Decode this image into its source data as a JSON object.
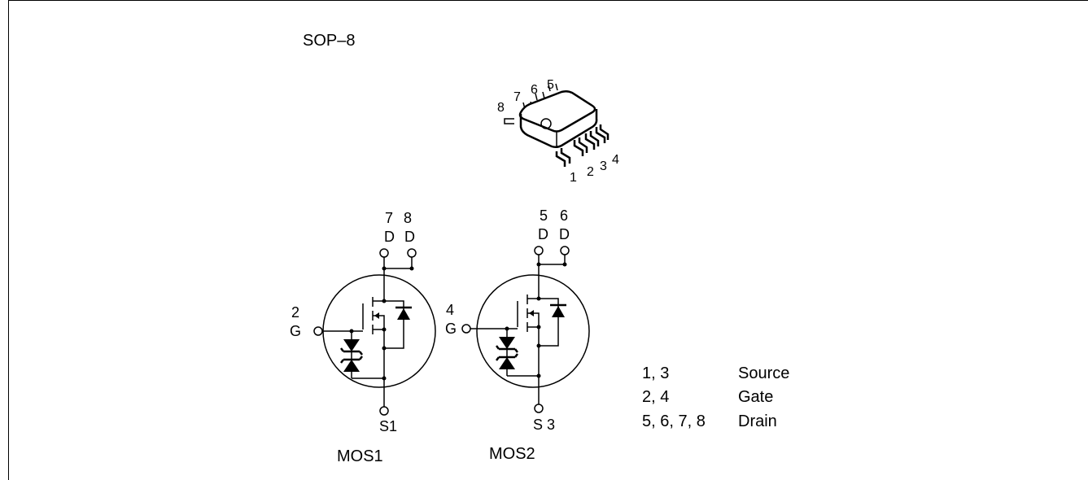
{
  "package": {
    "title": "SOP–8"
  },
  "chip_pins": {
    "top": [
      "8",
      "7",
      "6",
      "5"
    ],
    "bottom": [
      "1",
      "2",
      "3",
      "4"
    ]
  },
  "mos1": {
    "name": "MOS1",
    "drain_pins": [
      "7",
      "8"
    ],
    "drain_labels": [
      "D",
      "D"
    ],
    "gate_pin": "2",
    "gate_label": "G",
    "source_label": "S1"
  },
  "mos2": {
    "name": "MOS2",
    "drain_pins": [
      "5",
      "6"
    ],
    "drain_labels": [
      "D",
      "D"
    ],
    "gate_pin": "4",
    "gate_label": "G",
    "source_label": "S 3"
  },
  "pin_table": [
    {
      "pins": "1, 3",
      "function": "Source"
    },
    {
      "pins": "2, 4",
      "function": "Gate"
    },
    {
      "pins": "5, 6, 7, 8",
      "function": "Drain"
    }
  ]
}
